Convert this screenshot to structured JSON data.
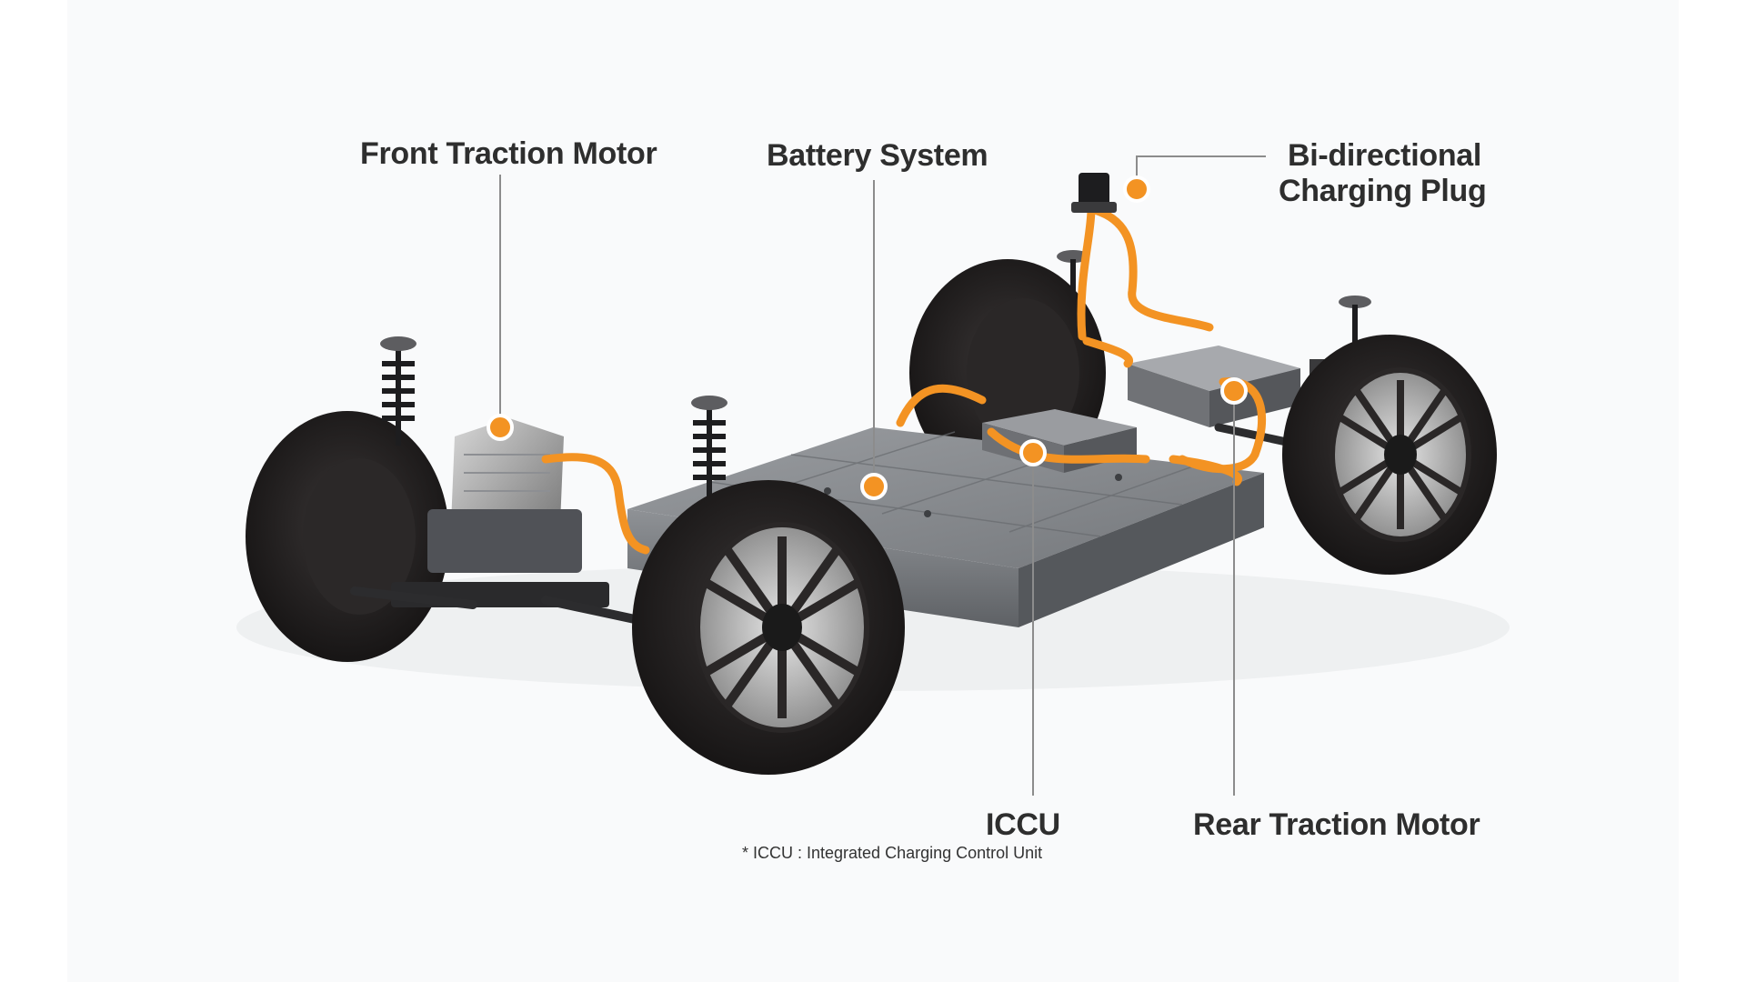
{
  "callouts": {
    "front_traction_motor": "Front Traction Motor",
    "battery_system": "Battery System",
    "bidirectional_line1": "Bi-directional",
    "bidirectional_line2": "Charging Plug",
    "iccu": "ICCU",
    "iccu_footnote": "* ICCU : Integrated Charging Control Unit",
    "rear_traction_motor": "Rear Traction Motor"
  },
  "colors": {
    "accent_orange": "#f39323",
    "label_text": "#2e2e2e",
    "leader_line": "#8c8c8c",
    "tire": "#1f1c1c",
    "battery": "#6f7276"
  }
}
